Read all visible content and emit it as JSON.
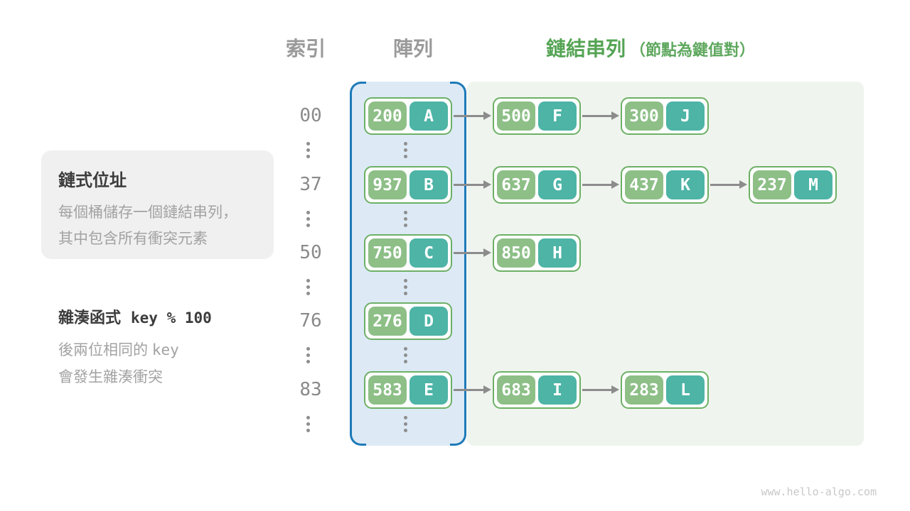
{
  "headers": {
    "index": "索引",
    "array": "陣列",
    "list_title": "鏈結串列",
    "list_subtitle": "（節點為鍵值對）"
  },
  "callout": {
    "title": "鏈式位址",
    "lines": [
      "每個桶儲存一個鏈結串列，",
      "其中包含所有衝突元素"
    ]
  },
  "hash_note": {
    "title": "雜湊函式",
    "formula": "key % 100",
    "line1_prefix": "後兩位相同的",
    "line1_code": "key",
    "line2": "會發生雜湊衝突"
  },
  "rows": [
    {
      "index": "00",
      "bucket": {
        "key": "200",
        "value": "A"
      },
      "chain": [
        {
          "key": "500",
          "value": "F"
        },
        {
          "key": "300",
          "value": "J"
        }
      ]
    },
    {
      "index": "37",
      "bucket": {
        "key": "937",
        "value": "B"
      },
      "chain": [
        {
          "key": "637",
          "value": "G"
        },
        {
          "key": "437",
          "value": "K"
        },
        {
          "key": "237",
          "value": "M"
        }
      ]
    },
    {
      "index": "50",
      "bucket": {
        "key": "750",
        "value": "C"
      },
      "chain": [
        {
          "key": "850",
          "value": "H"
        }
      ]
    },
    {
      "index": "76",
      "bucket": {
        "key": "276",
        "value": "D"
      },
      "chain": []
    },
    {
      "index": "83",
      "bucket": {
        "key": "583",
        "value": "E"
      },
      "chain": [
        {
          "key": "683",
          "value": "I"
        },
        {
          "key": "283",
          "value": "L"
        }
      ]
    }
  ],
  "footer": "www.hello-algo.com",
  "palette": {
    "array_fill": "#ddeaf6",
    "array_border": "#1e7ab8",
    "list_fill": "#eff5ee",
    "node_border": "#6cb065",
    "key_fill": "#8dbf87",
    "value_fill": "#4db4a6",
    "arrow": "#8c8c8c",
    "title_green": "#55a455",
    "gray_text": "#9a9a9a"
  }
}
